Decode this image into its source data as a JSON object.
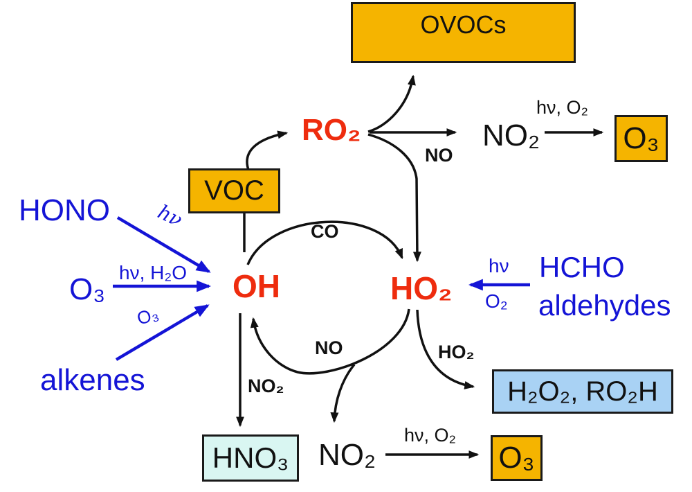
{
  "boxes": {
    "ovocs": "OVOCs",
    "voc": "VOC",
    "o3_top": "O₃",
    "o3_bottom": "O₃",
    "hno3": "HNO₃",
    "peroxides": "H₂O₂, RO₂H"
  },
  "species": {
    "ro2": "RO₂",
    "oh": "OH",
    "ho2": "HO₂",
    "no2_top": "NO₂",
    "no2_bottom": "NO₂"
  },
  "precursors": {
    "hono": "HONO",
    "o3": "O₃",
    "alkenes": "alkenes",
    "hcho": "HCHO",
    "aldehydes": "aldehydes"
  },
  "arrow_labels": {
    "hv_hono": "hν",
    "hv_h2o": "hν, H₂O",
    "o3_alkenes": "O₃",
    "co": "CO",
    "no_cycle": "NO",
    "no_ro2": "NO",
    "no2_to_hno3": "NO₂",
    "ho2_to_peroxide": "HO₂",
    "hv_o2_top": "hν, O₂",
    "hv_o2_bottom": "hν, O₂",
    "hv_hcho": "hν",
    "o2_hcho": "O₂"
  },
  "colors": {
    "box_gold": "#f5b400",
    "box_lightblue": "#a9d2f4",
    "box_palecyan": "#d9f6f2",
    "text_blue": "#1414d6",
    "text_red": "#ee2c0e",
    "arrow_black": "#111111"
  }
}
